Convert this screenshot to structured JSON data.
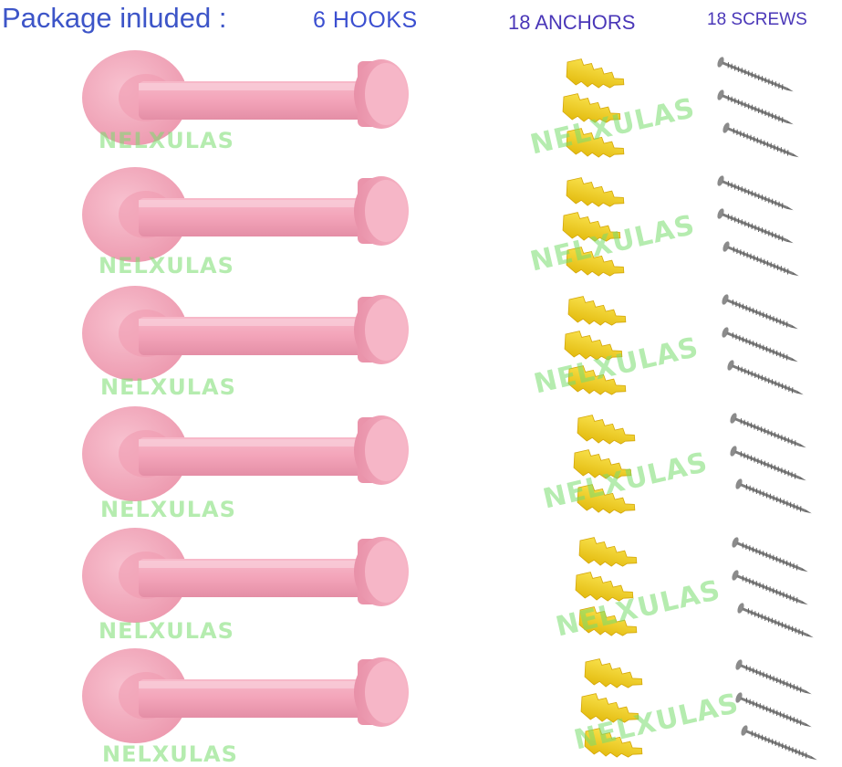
{
  "header": {
    "title": "Package inluded :",
    "hooks": "6  HOOKS",
    "anchors": "18 ANCHORS",
    "screws": "18 SCREWS"
  },
  "watermark": "NELXULAS",
  "colors": {
    "hook": "#f4a9bd",
    "anchor": "#f2d21c",
    "screw": "#9a9a9a",
    "watermark": "#78dc6e",
    "title": "#3d55c8"
  },
  "items": {
    "hooks": 6,
    "anchors": 18,
    "screws": 18
  }
}
